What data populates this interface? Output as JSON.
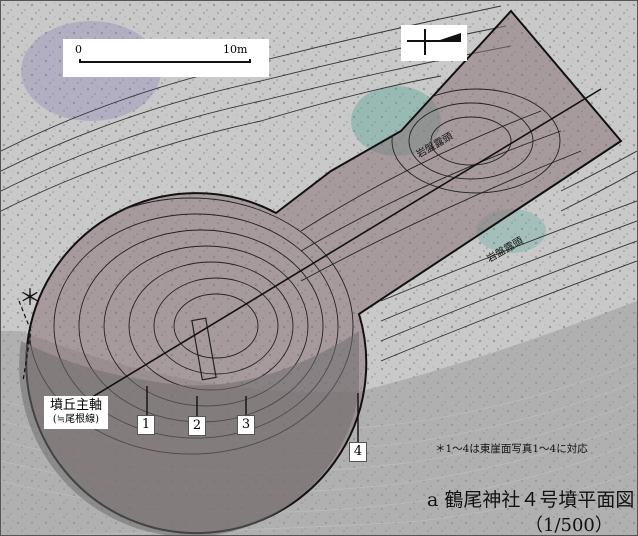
{
  "map": {
    "scale_start": "0",
    "scale_end": "10m",
    "rock_label_1": "岩盤露頭",
    "rock_label_2": "岩盤露頭",
    "axis_label": "墳丘主軸",
    "axis_sub": "(≒尾根線)",
    "section_markers": [
      "1",
      "2",
      "3",
      "4"
    ],
    "asterisk": "＊",
    "footnote": "＊1～4は東崖面写真1～4に対応",
    "title": "a 鶴尾神社４号墳平面図",
    "scale_ratio": "（1/500）",
    "colors": {
      "mound_fill": "#8a7378",
      "contour": "#2a2a2a",
      "cliff_fill": "#8c8c8c"
    }
  }
}
